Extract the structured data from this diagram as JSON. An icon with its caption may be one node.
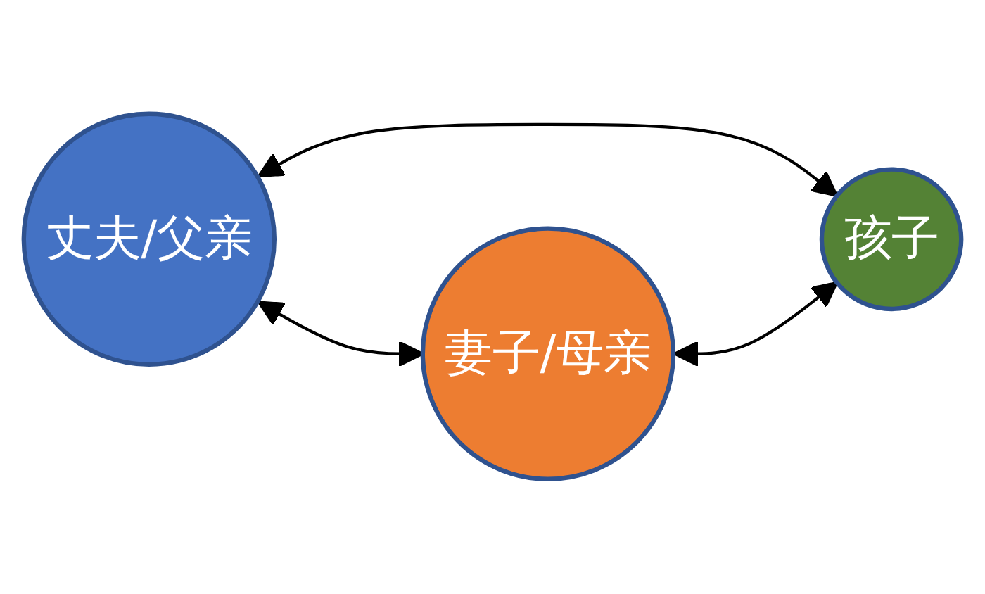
{
  "diagram": {
    "nodes": [
      {
        "text": [
          "丈夫/父亲"
        ]
      },
      {
        "text": [
          "妻子/母亲"
        ]
      },
      {
        "text": [
          "孩子"
        ]
      }
    ],
    "edges": [
      {
        "from": 0,
        "to": 1,
        "arrow": "both"
      },
      {
        "from": 0,
        "to": 2,
        "arrow": "both"
      },
      {
        "from": 1,
        "to": 2,
        "arrow": "both"
      }
    ]
  }
}
